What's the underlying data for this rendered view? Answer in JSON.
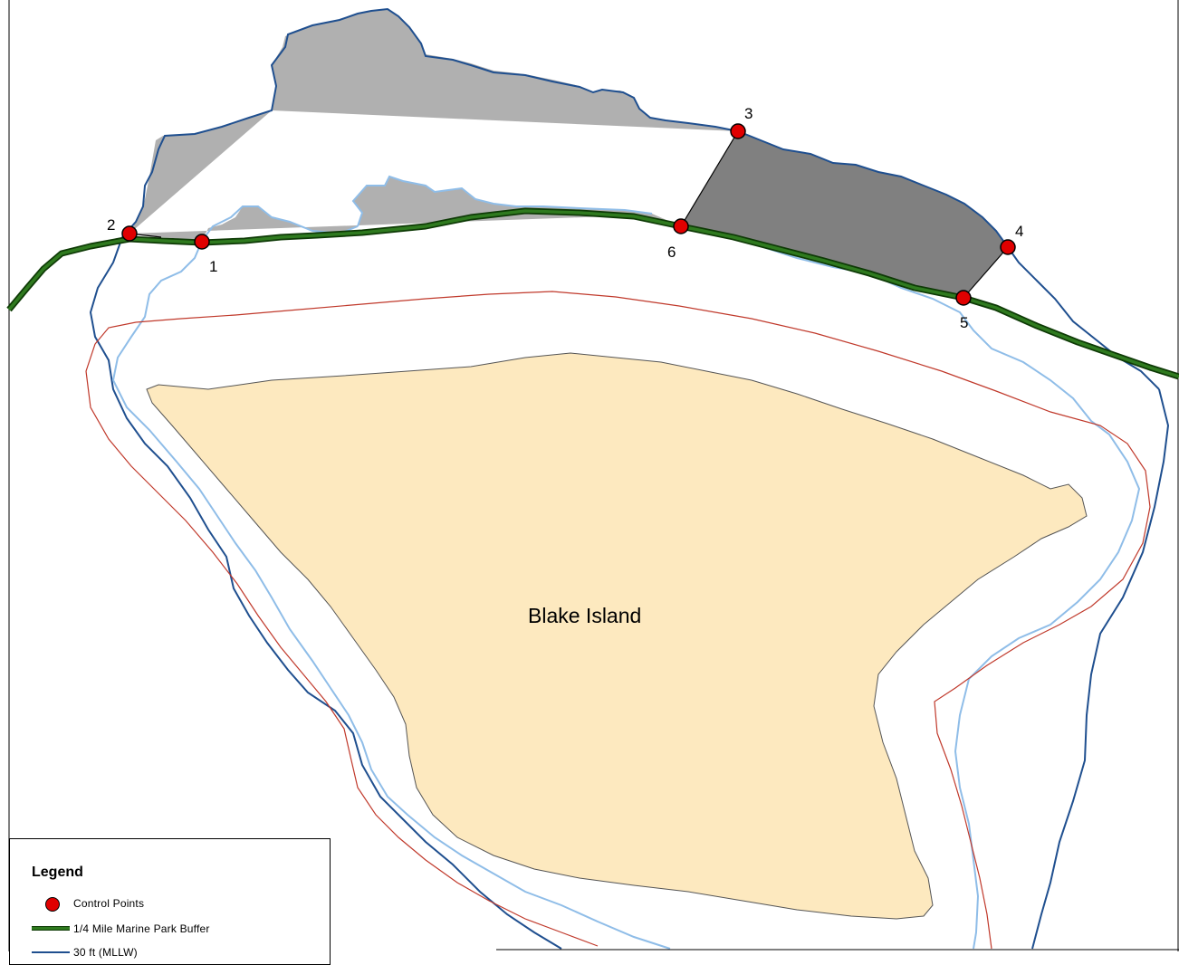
{
  "map": {
    "island_label": "Blake Island",
    "colors": {
      "island_fill": "#fde9bf",
      "zone_light": "#b0b0b0",
      "zone_dark": "#808080",
      "buffer_line": "#2f7a1f",
      "contour_dark": "#1f4f8f",
      "contour_light": "#8fbde8",
      "contour_red": "#c0392b",
      "control_point": "#e00000"
    },
    "control_points": [
      {
        "id": "1",
        "label": "1"
      },
      {
        "id": "2",
        "label": "2"
      },
      {
        "id": "3",
        "label": "3"
      },
      {
        "id": "4",
        "label": "4"
      },
      {
        "id": "5",
        "label": "5"
      },
      {
        "id": "6",
        "label": "6"
      }
    ]
  },
  "legend": {
    "title": "Legend",
    "items": [
      {
        "label": "Control Points",
        "symbol": "red-circle"
      },
      {
        "label": "1/4 Mile Marine Park Buffer",
        "symbol": "green-line"
      },
      {
        "label": "30 ft (MLLW)",
        "symbol": "blue-line"
      }
    ]
  }
}
